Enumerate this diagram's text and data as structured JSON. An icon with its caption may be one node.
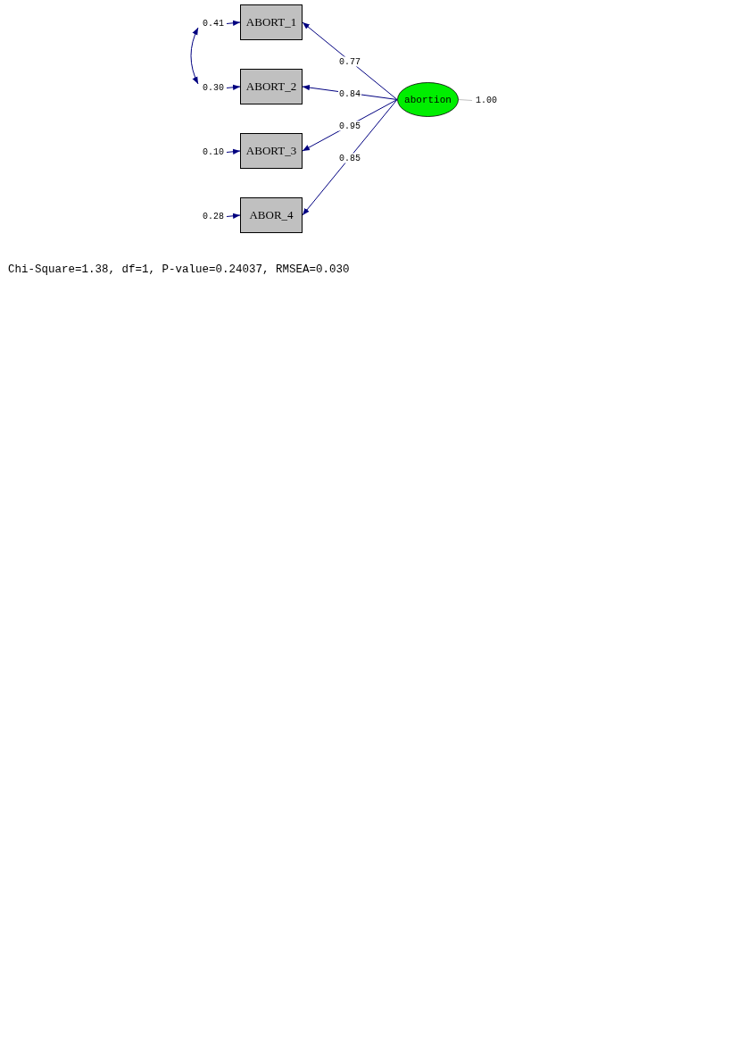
{
  "diagram": {
    "caption": "Chi-Square=1.38, df=1, P-value=0.24037, RMSEA=0.030",
    "nodes": [
      {
        "text": [
          "ABORT_1"
        ]
      },
      {
        "text": [
          "ABORT_2"
        ]
      },
      {
        "text": [
          "ABORT_3"
        ]
      },
      {
        "text": [
          "ABOR_4"
        ]
      },
      {
        "text": [
          "abortion"
        ]
      },
      {
        "text": [
          "0.41"
        ]
      },
      {
        "text": [
          "0.30"
        ]
      },
      {
        "text": [
          "0.10"
        ]
      },
      {
        "text": [
          "0.28"
        ]
      },
      {
        "text": [
          "1.00"
        ]
      }
    ],
    "edges": [
      {
        "from": 4,
        "to": 0,
        "arrow": "to",
        "label": "0.77"
      },
      {
        "from": 4,
        "to": 1,
        "arrow": "to",
        "label": "0.84"
      },
      {
        "from": 4,
        "to": 2,
        "arrow": "to",
        "label": "0.95"
      },
      {
        "from": 4,
        "to": 3,
        "arrow": "to",
        "label": "0.85"
      },
      {
        "from": 5,
        "to": 0,
        "arrow": "to"
      },
      {
        "from": 6,
        "to": 1,
        "arrow": "to"
      },
      {
        "from": 7,
        "to": 2,
        "arrow": "to"
      },
      {
        "from": 8,
        "to": 3,
        "arrow": "to"
      },
      {
        "from": 5,
        "to": 6,
        "arrow": "both"
      },
      {
        "from": 4,
        "to": 9,
        "arrow": "none",
        "color": "#c0c0c0"
      }
    ]
  }
}
